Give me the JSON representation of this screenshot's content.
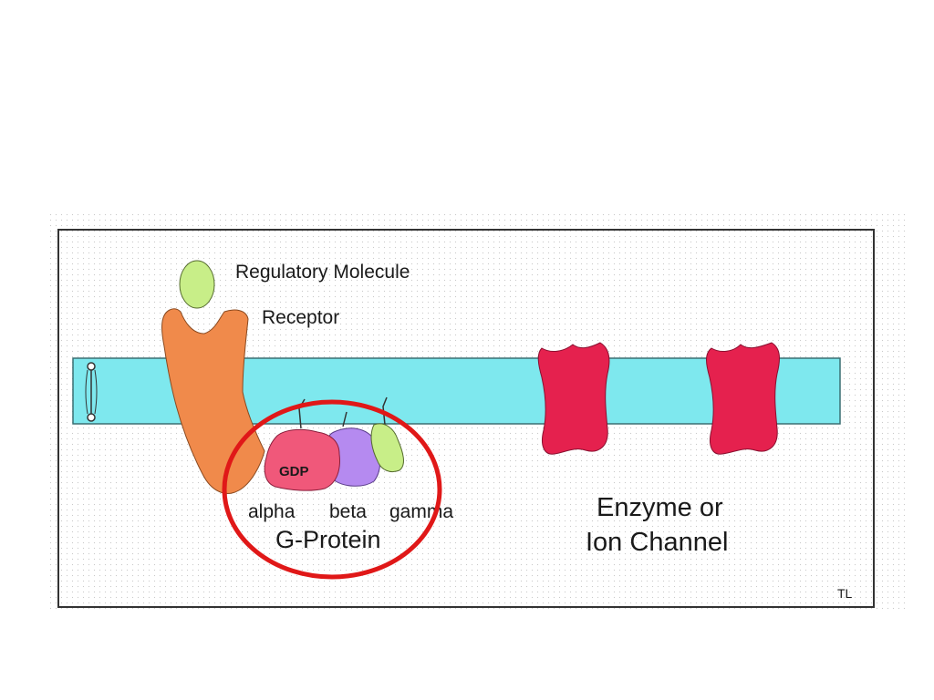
{
  "diagram": {
    "labels": {
      "regulatory_molecule": "Regulatory Molecule",
      "receptor": "Receptor",
      "gdp": "GDP",
      "alpha": "alpha",
      "beta": "beta",
      "gamma": "gamma",
      "g_protein": "G-Protein",
      "enzyme_line1": "Enzyme or",
      "enzyme_line2": "Ion Channel",
      "credit": "TL"
    },
    "colors": {
      "membrane": "#7ee8ee",
      "receptor": "#f08a4b",
      "regulatory_molecule": "#c8ee88",
      "alpha_subunit": "#f0587a",
      "beta_subunit": "#b58af0",
      "gamma_subunit": "#c8ee88",
      "enzyme": "#e5214e",
      "highlight_circle": "#e01818",
      "frame": "#333333"
    }
  }
}
